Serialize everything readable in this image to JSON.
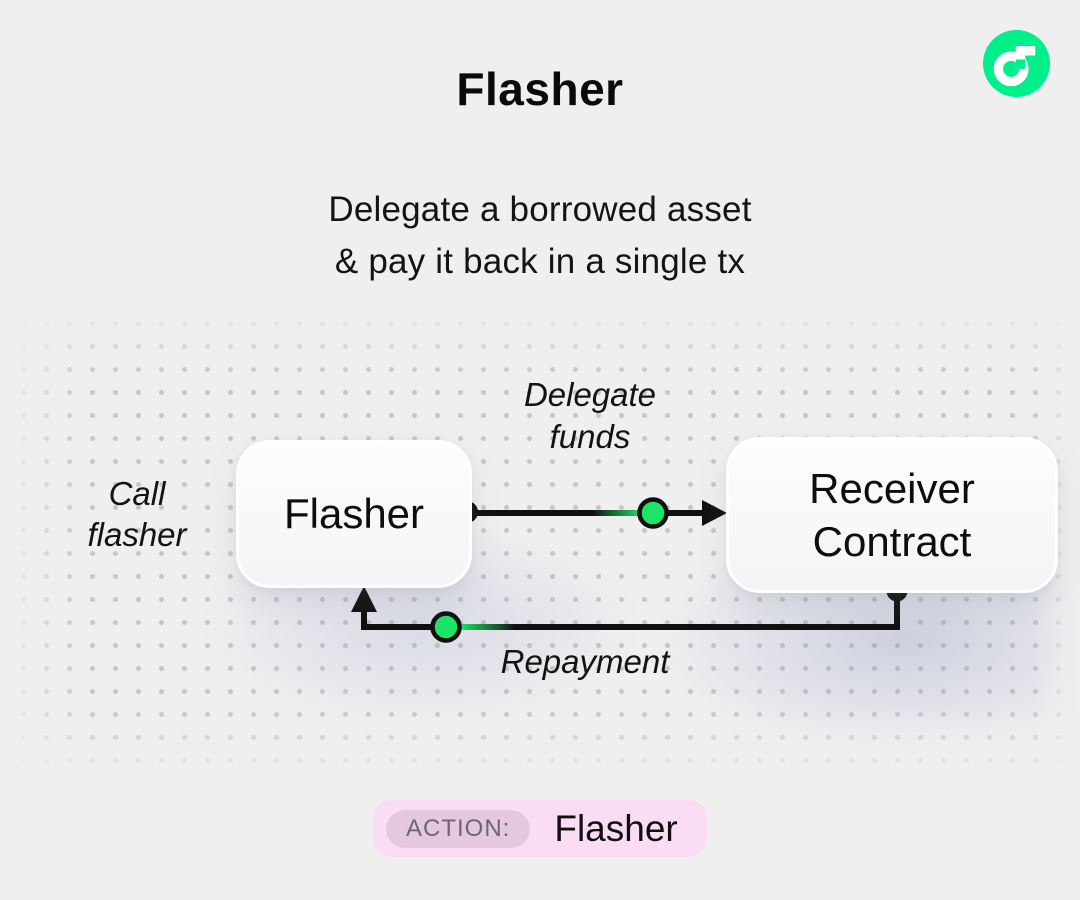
{
  "header": {
    "title": "Flasher",
    "subtitle_lines": [
      "Delegate a borrowed asset",
      "& pay it back in a single tx"
    ]
  },
  "logo": {
    "name": "flow-logo"
  },
  "diagram": {
    "flasher_node": {
      "label": "Flasher"
    },
    "receiver_node": {
      "label_lines": [
        "Receiver",
        "Contract"
      ]
    },
    "edge_delegate": {
      "label_lines": [
        "Delegate",
        "funds"
      ]
    },
    "edge_repayment": {
      "label": "Repayment"
    },
    "side_label_lines": [
      "Call",
      "flasher"
    ]
  },
  "action_bar": {
    "badge_label": "ACTION:",
    "value": "Flasher"
  },
  "colors": {
    "background": "#efeff0",
    "accent_green": "#00ef8b",
    "token_green": "#1de468",
    "line_black": "#101010",
    "pill_pink": "#fbdcf5",
    "badge_mauve": "#e5c7e0",
    "badge_text": "#6b6870"
  }
}
